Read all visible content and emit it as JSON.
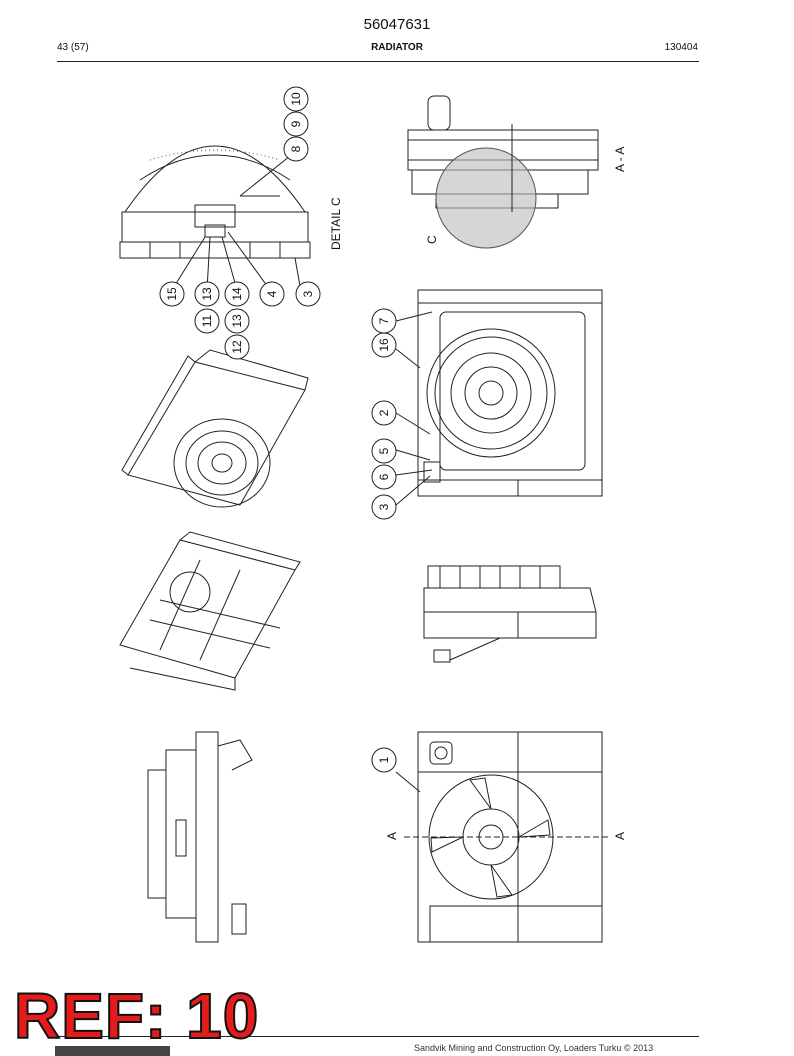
{
  "header": {
    "doc_number": "56047631",
    "page": "43 (57)",
    "title": "RADIATOR",
    "date": "130404"
  },
  "labels": {
    "detail_c": "DETAIL C",
    "section_aa": "A - A",
    "c_marker": "C",
    "a_left": "A",
    "a_right": "A"
  },
  "callouts": {
    "c10": "10",
    "c9": "9",
    "c8": "8",
    "c15": "15",
    "c13a": "13",
    "c14": "14",
    "c4": "4",
    "c3a": "3",
    "c11": "11",
    "c13b": "13",
    "c12": "12",
    "c7": "7",
    "c16": "16",
    "c2": "2",
    "c5": "5",
    "c6": "6",
    "c3b": "3",
    "c1": "1"
  },
  "stamp": "REF: 10",
  "footer": {
    "copyright": "Sandvik Mining and Construction Oy, Loaders Turku © 2013"
  }
}
